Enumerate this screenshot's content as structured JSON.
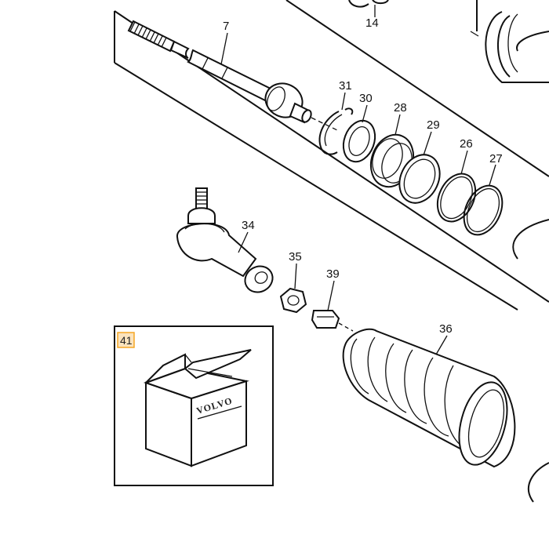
{
  "part_labels": {
    "p14": "14",
    "p7": "7",
    "p31": "31",
    "p30": "30",
    "p28": "28",
    "p29": "29",
    "p26": "26",
    "p27": "27",
    "p34": "34",
    "p35": "35",
    "p39": "39",
    "p36": "36"
  },
  "kit_box": {
    "number": "41",
    "brand": "VOLVO",
    "highlight_color": "#f5a623"
  }
}
